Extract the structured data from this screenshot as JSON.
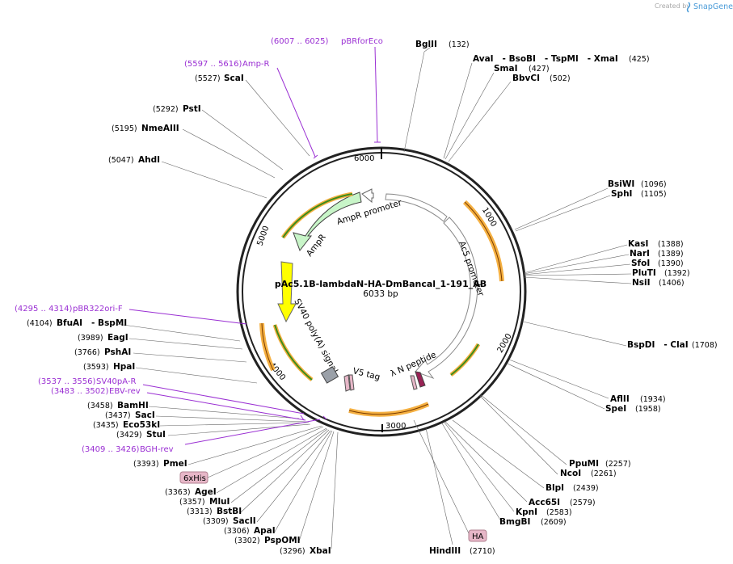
{
  "credit": {
    "created_by": "Created by",
    "brand": "SnapGene"
  },
  "plasmid": {
    "name": "pAc5.1B-lambdaN-HA-DmBancal_1-191_AB",
    "size": "6033 bp"
  },
  "ticks": [
    "1000",
    "2000",
    "3000",
    "4000",
    "5000",
    "6000"
  ],
  "features": {
    "ampr_promoter": "AmpR promoter",
    "ampr": "AmpR",
    "ac5_promoter": "Ac5 promoter",
    "sv40_polya": "SV40 poly(A) signal",
    "v5_tag": "V5 tag",
    "lambda_n": "λ N peptide"
  },
  "tags": {
    "his": "6xHis",
    "ha": "HA"
  },
  "primers": [
    {
      "label": "pBRforEco",
      "range": "(6007 .. 6025)"
    },
    {
      "label": "Amp-R",
      "range": "(5597 .. 5616)"
    },
    {
      "label": "pBR322ori-F",
      "range": "(4295 .. 4314)"
    },
    {
      "label": "SV40pA-R",
      "range": "(3537 .. 3556)"
    },
    {
      "label": "EBV-rev",
      "range": "(3483 .. 3502)"
    },
    {
      "label": "BGH-rev",
      "range": "(3409 .. 3426)"
    }
  ],
  "sites_right": [
    {
      "name": "BglII",
      "pos": "(132)"
    },
    {
      "name": "AvaI   - BsoBI   - TspMI   - XmaI",
      "pos": "(425)"
    },
    {
      "name": "SmaI",
      "pos": "(427)"
    },
    {
      "name": "BbvCI",
      "pos": "(502)"
    },
    {
      "name": "BsiWI",
      "pos": "(1096)"
    },
    {
      "name": "SphI",
      "pos": "(1105)"
    },
    {
      "name": "KasI",
      "pos": "(1388)"
    },
    {
      "name": "NarI",
      "pos": "(1389)"
    },
    {
      "name": "SfoI",
      "pos": "(1390)"
    },
    {
      "name": "PluTI",
      "pos": "(1392)"
    },
    {
      "name": "NsiI",
      "pos": "(1406)"
    },
    {
      "name": "BspDI   - ClaI",
      "pos": "(1708)"
    },
    {
      "name": "AflII",
      "pos": "(1934)"
    },
    {
      "name": "SpeI",
      "pos": "(1958)"
    },
    {
      "name": "PpuMI",
      "pos": "(2257)"
    },
    {
      "name": "NcoI",
      "pos": "(2261)"
    },
    {
      "name": "BlpI",
      "pos": "(2439)"
    },
    {
      "name": "Acc65I",
      "pos": "(2579)"
    },
    {
      "name": "KpnI",
      "pos": "(2583)"
    },
    {
      "name": "BmgBI",
      "pos": "(2609)"
    },
    {
      "name": "HindIII",
      "pos": "(2710)"
    }
  ],
  "sites_left": [
    {
      "name": "ScaI",
      "pos": "(5527)"
    },
    {
      "name": "PstI",
      "pos": "(5292)"
    },
    {
      "name": "NmeAIII",
      "pos": "(5195)"
    },
    {
      "name": "AhdI",
      "pos": "(5047)"
    },
    {
      "name": "BfuAI   - BspMI",
      "pos": "(4104)"
    },
    {
      "name": "EagI",
      "pos": "(3989)"
    },
    {
      "name": "PshAI",
      "pos": "(3766)"
    },
    {
      "name": "HpaI",
      "pos": "(3593)"
    },
    {
      "name": "BamHI",
      "pos": "(3458)"
    },
    {
      "name": "SacI",
      "pos": "(3437)"
    },
    {
      "name": "Eco53kI",
      "pos": "(3435)"
    },
    {
      "name": "StuI",
      "pos": "(3429)"
    },
    {
      "name": "PmeI",
      "pos": "(3393)"
    },
    {
      "name": "AgeI",
      "pos": "(3363)"
    },
    {
      "name": "MluI",
      "pos": "(3357)"
    },
    {
      "name": "BstBI",
      "pos": "(3313)"
    },
    {
      "name": "SacII",
      "pos": "(3309)"
    },
    {
      "name": "ApaI",
      "pos": "(3306)"
    },
    {
      "name": "PspOMI",
      "pos": "(3302)"
    },
    {
      "name": "XbaI",
      "pos": "(3296)"
    }
  ],
  "colors": {
    "backbone": "#222222",
    "primer": "#9a2fd3",
    "ampr_fill": "#c8f5c8",
    "polya_fill": "#ffff00",
    "orf_orange": "#f5b041",
    "orf_green": "#3c8c1c",
    "tag_pink": "#e7b7c8",
    "lambda_purple": "#992255"
  }
}
